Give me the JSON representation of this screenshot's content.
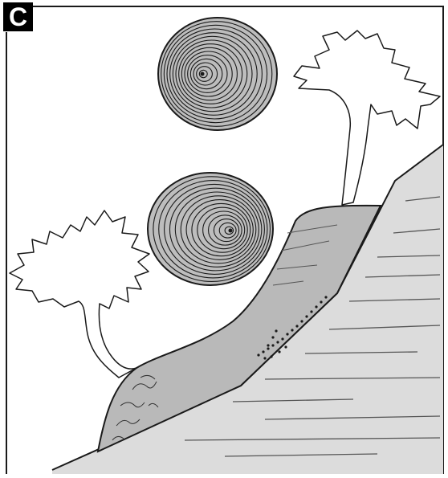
{
  "panel": {
    "label": "C"
  },
  "colors": {
    "ink": "#1a1a1a",
    "slope_fill": "#d9d9d9",
    "deposit_fill": "#b9b9b9",
    "ring_fill": "#bdbdbd",
    "tree_fill": "#ffffff",
    "background": "#ffffff"
  },
  "elements": {
    "trees": [
      "tree-left",
      "tree-right"
    ],
    "tree_rings": [
      "ring-section-upper",
      "ring-section-lower"
    ],
    "slope": "bedrock-slope",
    "deposit": "colluvium-deposit"
  }
}
